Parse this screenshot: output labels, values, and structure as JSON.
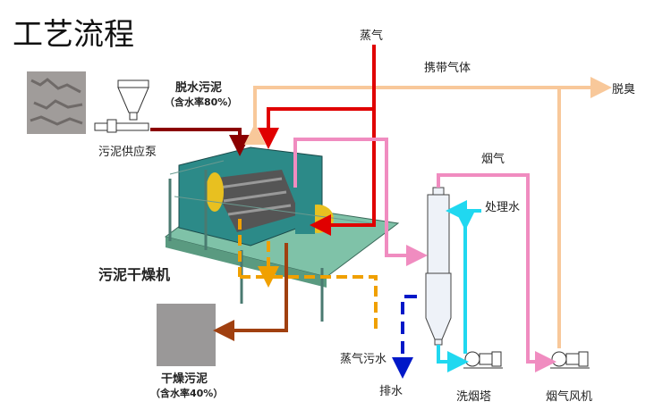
{
  "title": "工艺流程",
  "labels": {
    "steam": "蒸气",
    "carrier_gas": "携带气体",
    "deodorize": "脱臭",
    "dewatered_sludge": "脱水污泥",
    "dewatered_moisture": "（含水率80%）",
    "sludge_pump": "污泥供应泵",
    "flue_gas": "烟气",
    "treated_water": "处理水",
    "dryer": "污泥干燥机",
    "steam_wastewater": "蒸气污水",
    "drain": "排水",
    "scrubber": "洗烟塔",
    "flue_fan": "烟气风机",
    "dried_sludge": "干燥污泥",
    "dried_moisture": "（含水率40%）"
  },
  "colors": {
    "steam": "#e00000",
    "sludge": "#8b0000",
    "gas": "#f8c89a",
    "flue": "#f08cc0",
    "water": "#20d8f0",
    "wastewater": "#f0a000",
    "drain": "#0018c8",
    "dried": "#a04010"
  }
}
